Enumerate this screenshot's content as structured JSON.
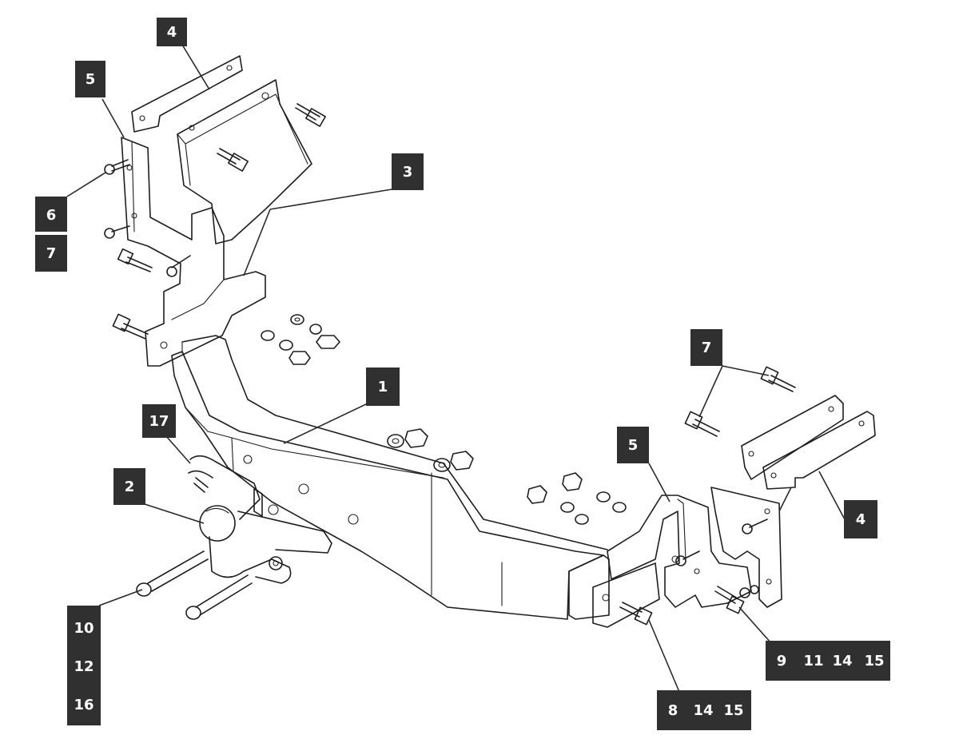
{
  "header": {
    "text": ""
  },
  "labels": {
    "part_1": "1",
    "part_2": "2",
    "part_3": "3",
    "part_4_top": "4",
    "part_4_right": "4",
    "part_5_left": "5",
    "part_5_right": "5",
    "part_6": "6",
    "part_7_left": "7",
    "part_7_right": "7",
    "part_17": "17",
    "group_bottom_left": [
      "10",
      "12",
      "16"
    ],
    "group_bottom_center": [
      "8",
      "14",
      "15"
    ],
    "group_bottom_right": [
      "9",
      "11",
      "14",
      "15"
    ]
  }
}
